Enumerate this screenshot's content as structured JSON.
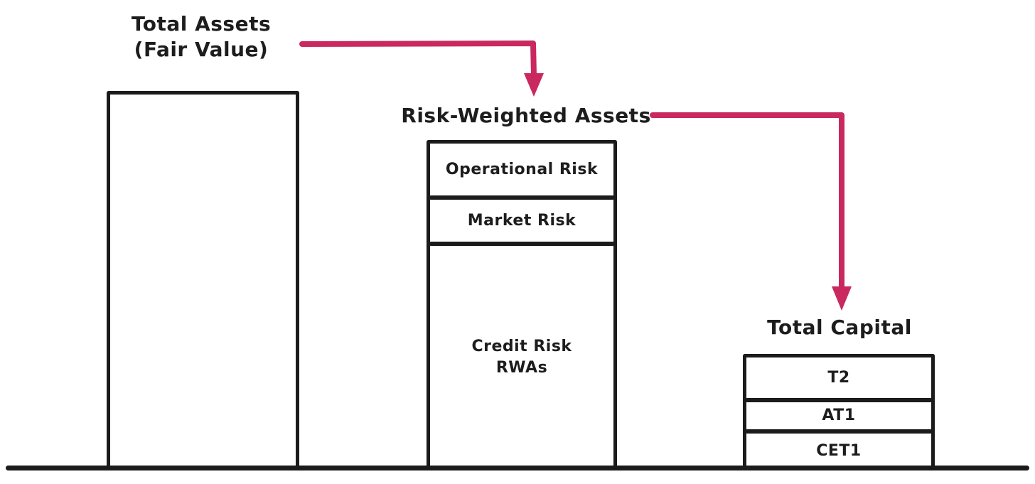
{
  "diagram": {
    "type": "flow",
    "description": "Bank balance-sheet flow from total assets to risk-weighted assets to total capital, drawn as three stacked bars of decreasing height connected by arrows.",
    "colors": {
      "stroke": "#1b1b1b",
      "arrow": "#c9295f",
      "text": "#1d1d1d",
      "background": "#ffffff"
    },
    "nodes": [
      {
        "id": "total-assets",
        "label": "Total Assets",
        "sublabel": "(Fair Value)",
        "segments": []
      },
      {
        "id": "risk-weighted-assets",
        "label": "Risk-Weighted Assets",
        "segments": [
          "Operational Risk",
          "Market Risk",
          "Credit Risk\nRWAs"
        ]
      },
      {
        "id": "total-capital",
        "label": "Total Capital",
        "segments": [
          "T2",
          "AT1",
          "CET1"
        ]
      }
    ],
    "arrows": [
      {
        "from": "total-assets",
        "to": "risk-weighted-assets"
      },
      {
        "from": "risk-weighted-assets",
        "to": "total-capital"
      }
    ]
  }
}
